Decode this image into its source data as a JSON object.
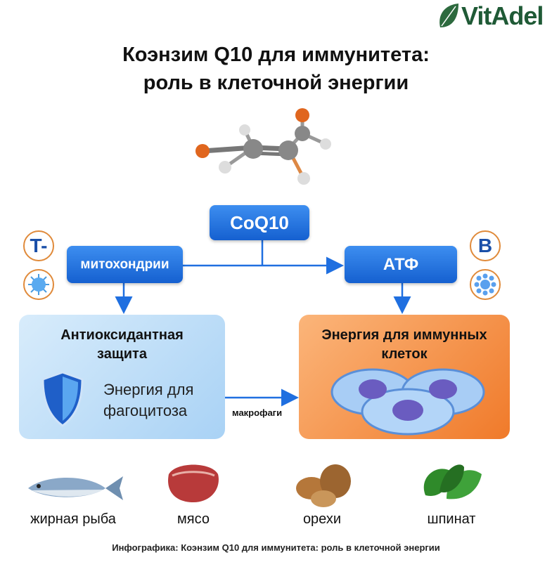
{
  "logo": {
    "text": "VitAdel"
  },
  "title": {
    "line1": "Коэнзим Q10 для иммунитета:",
    "line2": "роль в клеточной энергии"
  },
  "diagram": {
    "coq10": "CoQ10",
    "mitochondria": "митохондрии",
    "atp": "АТФ",
    "t_cell_badge": "T-",
    "b_cell_badge": "B",
    "left_panel": {
      "title_line1": "Антиоксидантная",
      "title_line2": "защита",
      "text_line1": "Энергия для",
      "text_line2": "фагоцитоза"
    },
    "arrow_label": "макрофаги",
    "right_panel": {
      "title_line1": "Энергия для иммунных",
      "title_line2": "клеток"
    }
  },
  "foods": [
    {
      "label": "жирная рыба"
    },
    {
      "label": "мясо"
    },
    {
      "label": "орехи"
    },
    {
      "label": "шпинат"
    }
  ],
  "caption": "Инфографика: Коэнзим Q10 для иммунитета: роль в клеточной энергии",
  "colors": {
    "blue": "#1f6fe0",
    "orange": "#f28a3c",
    "logo_green": "#1f5a36"
  }
}
